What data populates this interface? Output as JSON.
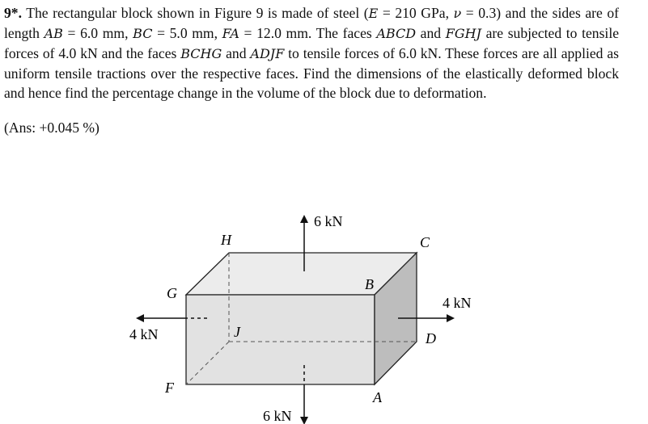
{
  "problem": {
    "number": "9*.",
    "text_a": " The rectangular block shown in Figure 9 is made of steel (",
    "E_sym": "E",
    "text_b": " = 210 GPa, ",
    "nu_sym": "ν",
    "text_c": " = 0.3) and the sides are of length ",
    "AB": "AB",
    "text_d": " = 6.0 mm, ",
    "BC": "BC",
    "text_e": " = 5.0 mm, ",
    "FA": "FA",
    "text_f": " = 12.0 mm. The faces ",
    "ABCD": "ABCD",
    "text_g": " and ",
    "FGHJ": "FGHJ",
    "text_h": " are subjected to tensile forces of 4.0 kN and the faces ",
    "BCHG": "BCHG",
    "text_i": " and ",
    "ADJF": "ADJF",
    "text_j": " to tensile forces of 6.0 kN. These forces are all applied as uniform tensile tractions over the respective faces. Find the dimensions of the elastically deformed block and hence find the percentage change in the volume of the block due to deformation.",
    "answer": "(Ans: +0.045 %)"
  },
  "figure": {
    "labels": {
      "H": "H",
      "C": "C",
      "B": "B",
      "G": "G",
      "J": "J",
      "F": "F",
      "A": "A",
      "D": "D"
    },
    "forces": {
      "top": "6 kN",
      "bottom": "6 kN",
      "left": "4 kN",
      "right": "4 kN"
    },
    "colors": {
      "front_face": "#e2e2e2",
      "top_face": "#ececec",
      "side_face": "#bdbdbd",
      "edge": "#222222"
    }
  }
}
